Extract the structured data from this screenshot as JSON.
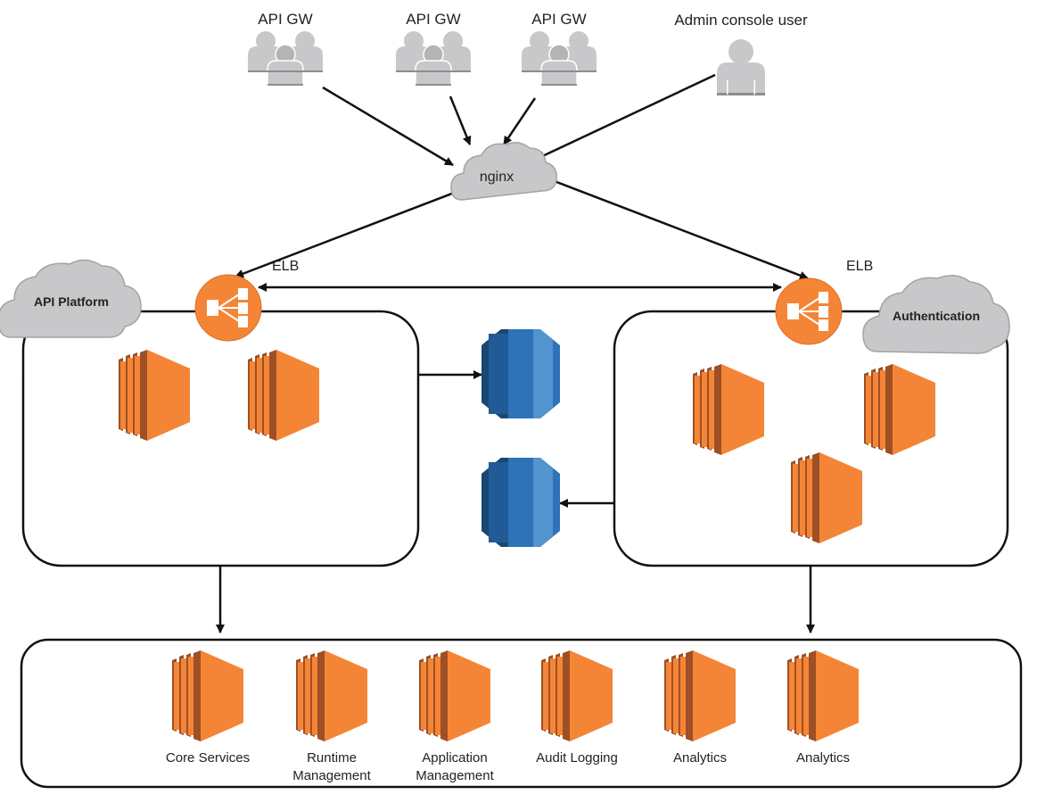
{
  "diagram": {
    "clients": [
      {
        "label": "API GW",
        "type": "user-group"
      },
      {
        "label": "API GW",
        "type": "user-group"
      },
      {
        "label": "API GW",
        "type": "user-group"
      },
      {
        "label": "Admin console user",
        "type": "single-user"
      }
    ],
    "proxy": {
      "label": "nginx"
    },
    "load_balancers": [
      {
        "label": "ELB"
      },
      {
        "label": "ELB"
      }
    ],
    "clusters": [
      {
        "label": "API Platform",
        "instances": 2
      },
      {
        "label": "Authentication",
        "instances": 3
      }
    ],
    "databases": 2,
    "services": [
      {
        "line1": "Core Services",
        "line2": ""
      },
      {
        "line1": "Runtime",
        "line2": "Management"
      },
      {
        "line1": "Application",
        "line2": "Management"
      },
      {
        "line1": "Audit Logging",
        "line2": ""
      },
      {
        "line1": "Analytics",
        "line2": ""
      },
      {
        "line1": "Analytics",
        "line2": ""
      }
    ],
    "colors": {
      "orange": "#f58536",
      "orange_dark": "#9d5025",
      "blue": "#2e73b8",
      "blue_dark": "#1a476f",
      "blue_mid": "#205b98",
      "blue_light": "#5294cf",
      "gray": "#c8c8ca",
      "line": "#111111"
    }
  }
}
